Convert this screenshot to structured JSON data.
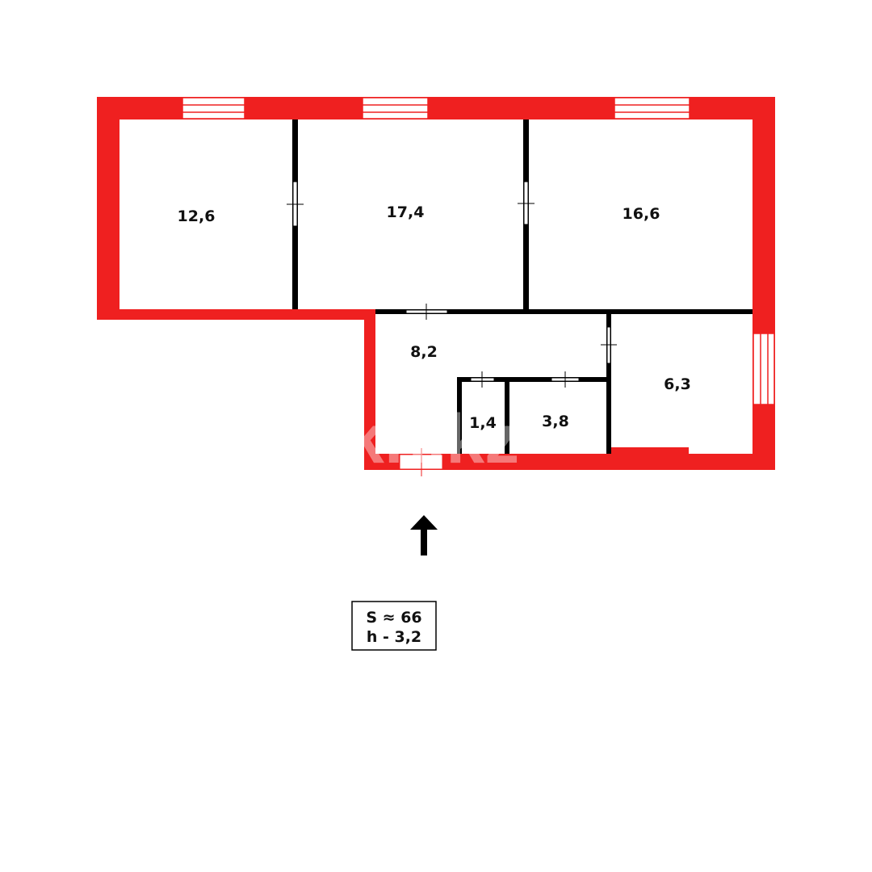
{
  "colors": {
    "exterior_wall": "#ef2020",
    "interior_wall": "#000000",
    "background": "#ffffff"
  },
  "rooms": [
    {
      "id": "room-1",
      "area": "12,6"
    },
    {
      "id": "room-2",
      "area": "17,4"
    },
    {
      "id": "room-3",
      "area": "16,6"
    },
    {
      "id": "hall",
      "area": "8,2"
    },
    {
      "id": "room-wc",
      "area": "1,4"
    },
    {
      "id": "room-bath",
      "area": "3,8"
    },
    {
      "id": "kitchen",
      "area": "6,3"
    }
  ],
  "info": {
    "total_area": "S ≈ 66",
    "ceiling_height": "h - 3,2"
  },
  "watermark": "kn.kz",
  "entrance_icon": "arrow-up-icon"
}
